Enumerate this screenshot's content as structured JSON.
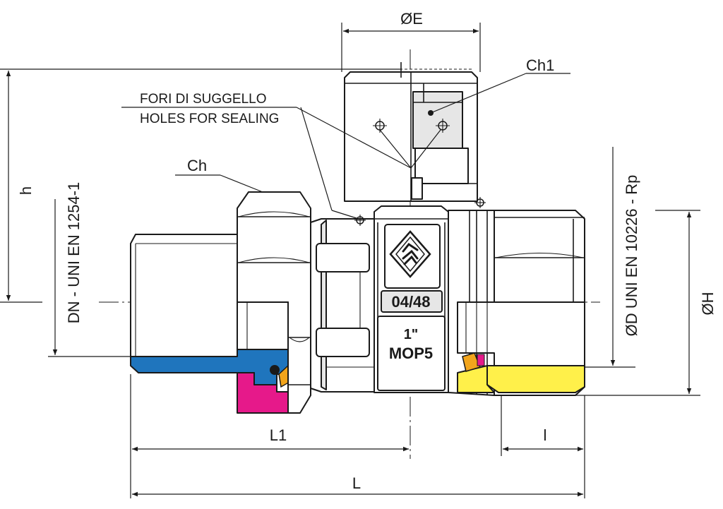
{
  "labels": {
    "diameter_e": "ØE",
    "ch1": "Ch1",
    "fori_di_suggello": "FORI DI SUGGELLO",
    "holes_for_sealing": "HOLES FOR SEALING",
    "ch": "Ch",
    "h": "h",
    "dn_standard": "DN - UNI EN 1254-1",
    "od_standard": "ØD UNI EN 10226 - Rp",
    "diameter_h": "ØH",
    "l1": "L1",
    "l_small": "l",
    "l_total": "L"
  },
  "body_markings": {
    "approval_code": "04/48",
    "size": "1\"",
    "pressure": "MOP5"
  },
  "colors": {
    "outline": "#1a1a1a",
    "pipe_section": "#1f75bd",
    "union_nut_section": "#e6198a",
    "female_thread_section": "#fff04a",
    "seal_ring": "#f2a51c",
    "body_shade": "#e6e6e6"
  },
  "icons": {
    "logo": "manufacturer-diamond-logo"
  }
}
